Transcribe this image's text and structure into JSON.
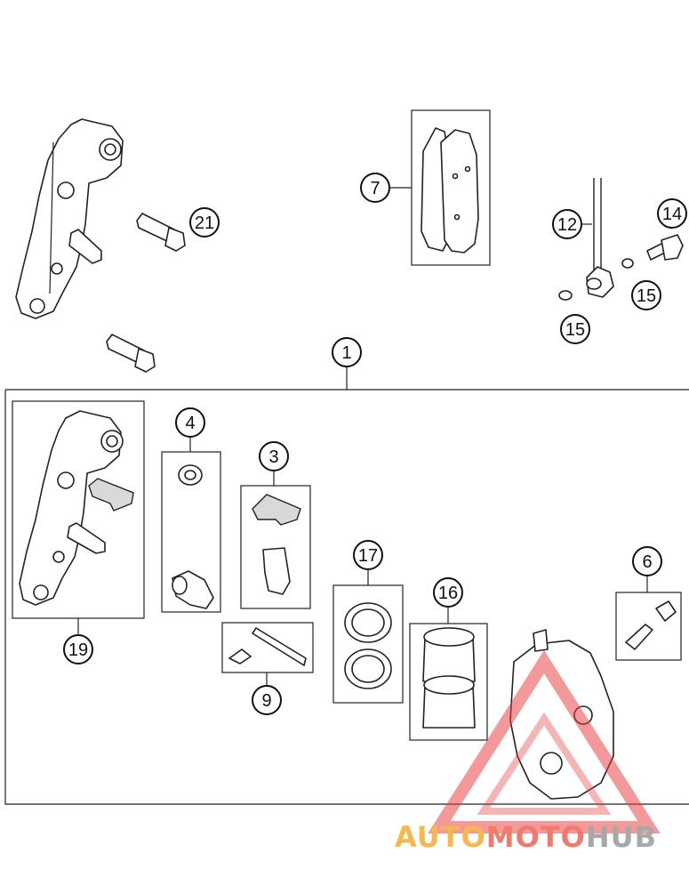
{
  "callouts": {
    "c1": "1",
    "c3": "3",
    "c4": "4",
    "c6": "6",
    "c7": "7",
    "c9": "9",
    "c12": "12",
    "c14": "14",
    "c15a": "15",
    "c15b": "15",
    "c16": "16",
    "c17": "17",
    "c19": "19",
    "c21": "21"
  },
  "watermark": {
    "part1": "AUTO",
    "part2": "MOTO",
    "part3": "HUB",
    "color1": "#f5b74e",
    "color2": "#f07a6e",
    "color3": "#a8a8a8",
    "triangle_color": "#e83c3c"
  }
}
